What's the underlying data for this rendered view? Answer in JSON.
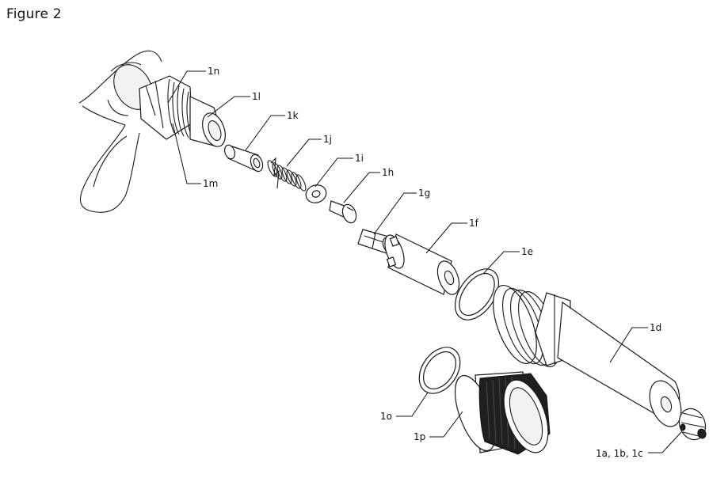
{
  "figure": {
    "title": "Figure 2"
  },
  "labels": {
    "n": "1n",
    "l": "1l",
    "k": "1k",
    "j": "1j",
    "i": "1i",
    "h": "1h",
    "g": "1g",
    "f": "1f",
    "e": "1e",
    "d": "1d",
    "m": "1m",
    "o": "1o",
    "p": "1p",
    "abc": "1a, 1b, 1c"
  }
}
